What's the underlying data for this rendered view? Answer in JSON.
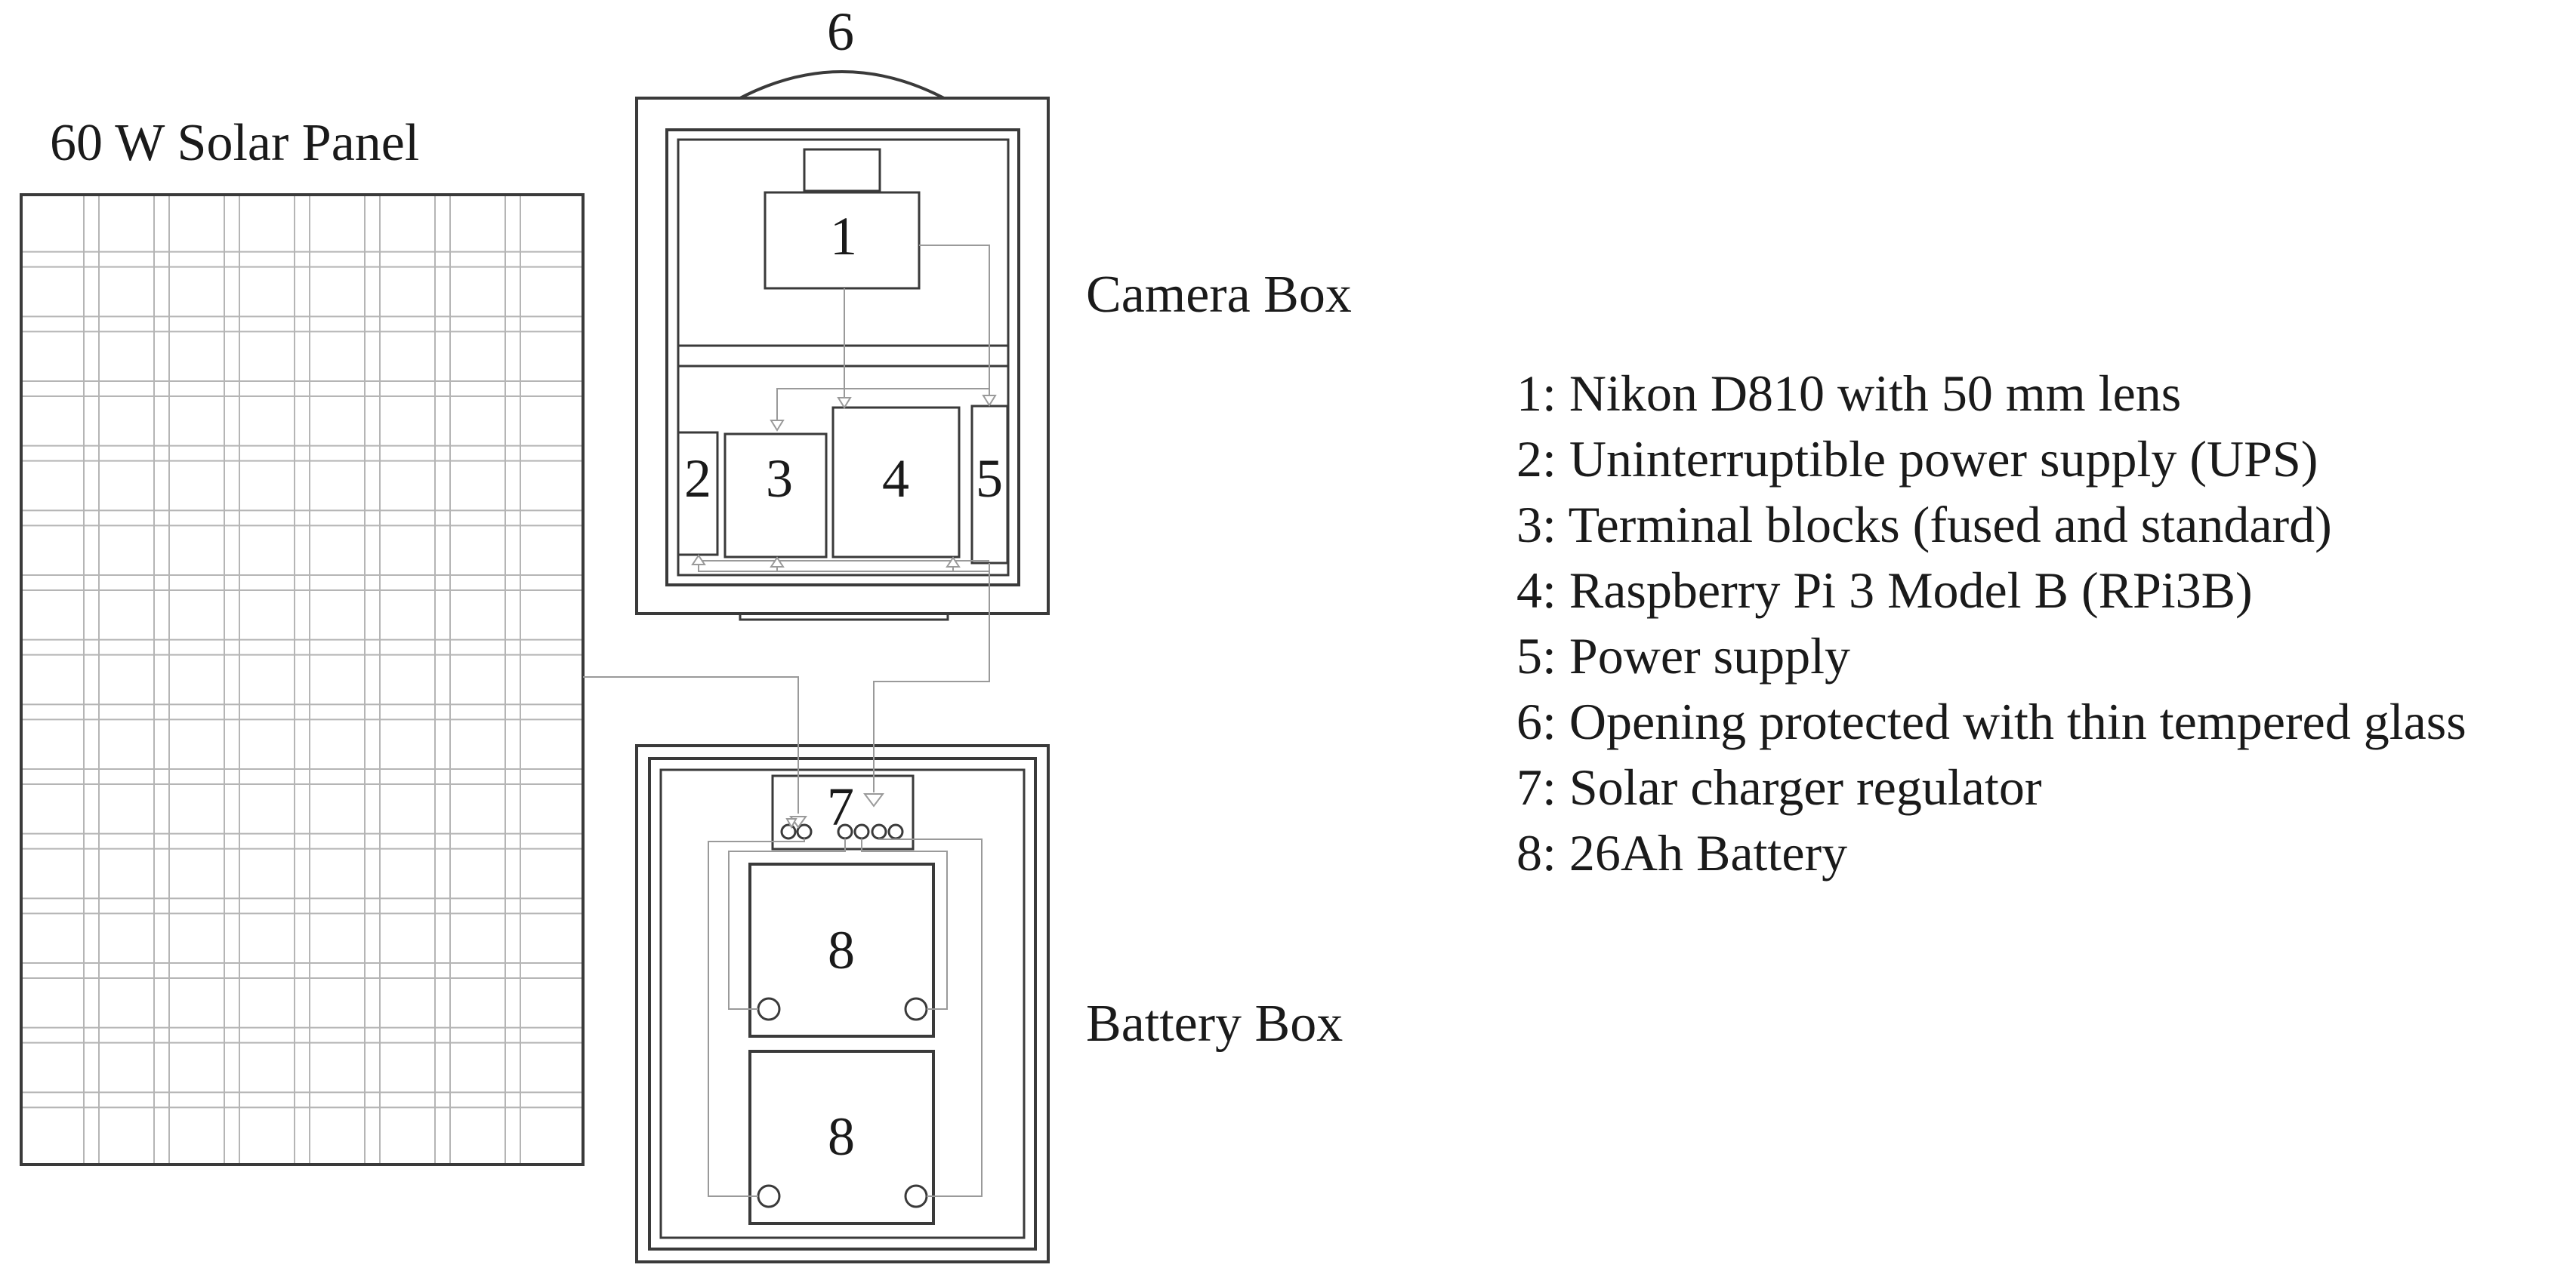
{
  "labels": {
    "solar_panel": "60 W Solar Panel",
    "camera_box": "Camera Box",
    "battery_box": "Battery Box",
    "opening_number": "6"
  },
  "component_numbers": {
    "camera": "1",
    "ups": "2",
    "terminal_blocks": "3",
    "raspberry_pi": "4",
    "power_supply": "5",
    "charger": "7",
    "battery_top": "8",
    "battery_bottom": "8"
  },
  "legend": [
    "1: Nikon D810 with 50 mm lens",
    "2: Uninterruptible power supply (UPS)",
    "3: Terminal blocks (fused and standard)",
    "4: Raspberry Pi 3 Model B (RPi3B)",
    "5: Power supply",
    "6: Opening protected with thin tempered glass",
    "7: Solar charger regulator",
    "8: 26Ah Battery"
  ],
  "colors": {
    "outline": "#3a3a3a",
    "wire": "#9a9a9a",
    "grid": "#b5b5b5"
  }
}
